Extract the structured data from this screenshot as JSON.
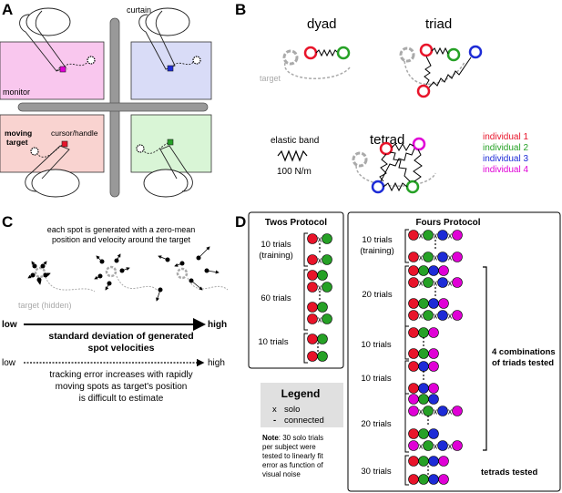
{
  "panels": {
    "a": {
      "letter": "A",
      "curtain": "curtain",
      "monitor": "monitor",
      "moving_target": [
        "moving",
        "target"
      ],
      "cursor_handle": "cursor/handle",
      "colors": {
        "q_red_bg": "#f9c7ee",
        "q_blue_bg": "#d9dcf7",
        "q_bottom_red_bg": "#f9d3d0",
        "q_green_bg": "#d9f5d6"
      }
    },
    "b": {
      "letter": "B",
      "dyad": "dyad",
      "triad": "triad",
      "tetrad": "tetrad",
      "target": "target",
      "elastic_band": "elastic band",
      "stiffness": "100 N/m",
      "individuals": [
        {
          "label": "individual 1",
          "color": "#e8142a"
        },
        {
          "label": "individual 2",
          "color": "#26a126"
        },
        {
          "label": "individual 3",
          "color": "#1d2bd6"
        },
        {
          "label": "individual 4",
          "color": "#e000d6"
        }
      ]
    },
    "c": {
      "letter": "C",
      "desc": [
        "each spot is generated with a zero-mean",
        "position and velocity around the target"
      ],
      "target_hidden": "target (hidden)",
      "low": "low",
      "high": "high",
      "sd_label": [
        "standard deviation of generated",
        "spot velocities"
      ],
      "error_note": [
        "tracking error increases with rapidly",
        "moving spots as target's position",
        "is difficult to estimate"
      ]
    },
    "d": {
      "letter": "D",
      "twos_title": "Twos Protocol",
      "twos_blocks": [
        "10 trials",
        "(training)",
        "60 trials",
        "10 trials"
      ],
      "fours_title": "Fours Protocol",
      "fours_blocks": [
        "10 trials",
        "(training)",
        "20 trials",
        "10 trials",
        "10 trials",
        "20 trials",
        "30 trials"
      ],
      "combos": [
        "4 combinations",
        "of triads tested"
      ],
      "tetrads": "tetrads tested",
      "legend_title": "Legend",
      "legend_x": "x",
      "legend_solo": "solo",
      "legend_dash": "-",
      "legend_connected": "connected",
      "note_bold": "Note",
      "note_rest": ": 30 solo trials",
      "note_lines": [
        "per subject were",
        "tested to linearly fit",
        "error as function of",
        "visual noise"
      ]
    }
  }
}
